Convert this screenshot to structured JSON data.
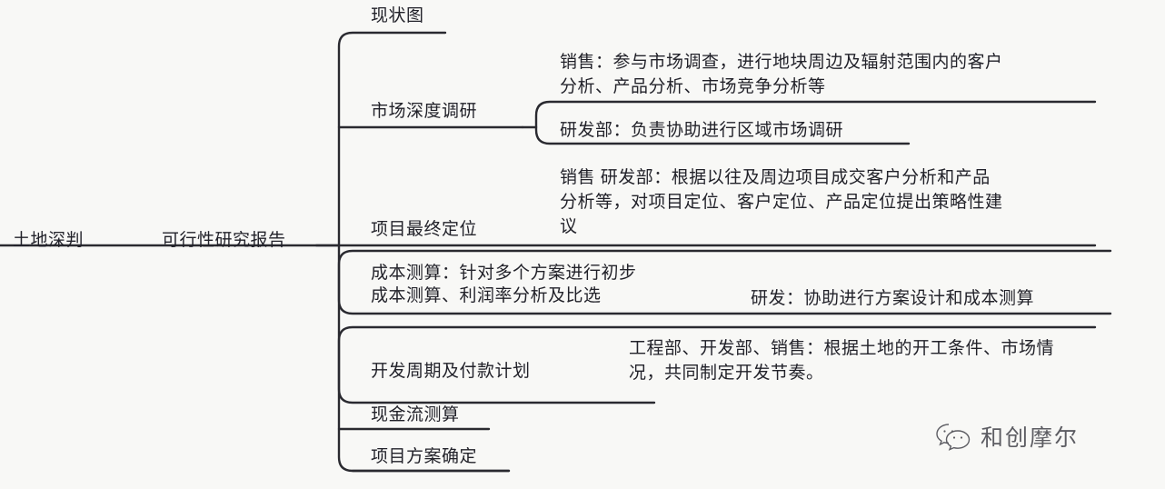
{
  "diagram": {
    "type": "mindmap",
    "title": "土地深判 可行性研究报告",
    "background_color": "#f8f8f6",
    "line_color": "#2a2a30",
    "text_color": "#22222a",
    "root": "土地深判",
    "level1": "可行性研究报告",
    "branches": [
      {
        "label": "现状图",
        "children": []
      },
      {
        "label": "市场深度调研",
        "children": [
          "销售：参与市场调查，进行地块周边及辐射范围内的客户\n分析、产品分析、市场竞争分析等",
          "研发部：负责协助进行区域市场调研"
        ]
      },
      {
        "label": "项目最终定位",
        "children": [
          "销售 研发部：根据以往及周边项目成交客户分析和产品\n分析等，对项目定位、客户定位、产品定位提出策略性建\n议"
        ]
      },
      {
        "label": "成本测算：针对多个方案进行初步\n成本测算、利润率分析及比选",
        "children": [
          "研发：协助进行方案设计和成本测算"
        ]
      },
      {
        "label": "开发周期及付款计划",
        "children": [
          "工程部、开发部、销售：根据土地的开工条件、市场情\n况，共同制定开发节奏。"
        ]
      },
      {
        "label": "现金流测算",
        "children": []
      },
      {
        "label": "项目方案确定",
        "children": []
      }
    ]
  },
  "watermark": {
    "brand": "和创摩尔",
    "logo_icon": "wechat-logo-icon"
  }
}
